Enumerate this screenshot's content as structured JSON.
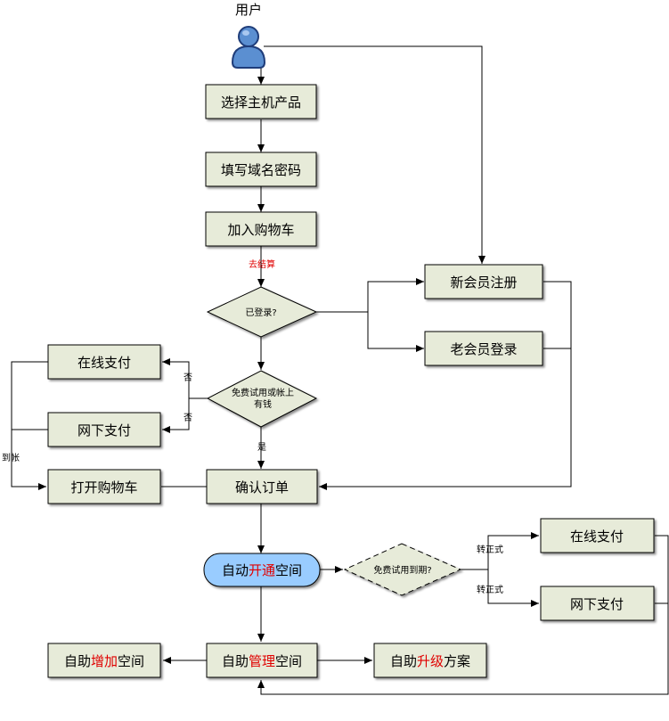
{
  "user": {
    "label": "用户"
  },
  "nodes": {
    "select_product": "选择主机产品",
    "fill_domain": "填写域名密码",
    "add_cart": "加入购物车",
    "go_checkout": "去结算",
    "logged_in": "已登录?",
    "new_member": "新会员注册",
    "old_member": "老会员登录",
    "online_pay_left": "在线支付",
    "offline_pay_left": "网下支付",
    "free_trial_or_balance_l1": "免费试用或帐上",
    "free_trial_or_balance_l2": "有钱",
    "open_cart": "打开购物车",
    "confirm_order": "确认订单",
    "auto_open": {
      "pre": "自动",
      "highlight": "开通",
      "post": "空间"
    },
    "trial_expired": "免费试用到期?",
    "online_pay_right": "在线支付",
    "offline_pay_right": "网下支付",
    "self_add": {
      "pre": "自助",
      "highlight": "增加",
      "post": "空间"
    },
    "self_manage": {
      "pre": "自助",
      "highlight": "管理",
      "post": "空间"
    },
    "self_upgrade": {
      "pre": "自助",
      "highlight": "升级",
      "post": "方案"
    }
  },
  "edge_labels": {
    "no_1": "否",
    "no_2": "否",
    "yes": "是",
    "paid": "到帐",
    "to_formal_1": "转正式",
    "to_formal_2": "转正式"
  },
  "colors": {
    "box_fill": "#e7ebd9",
    "auto_open_fill": "#99ccff",
    "highlight": "#e00000",
    "user_icon": "#5b8fd1"
  }
}
